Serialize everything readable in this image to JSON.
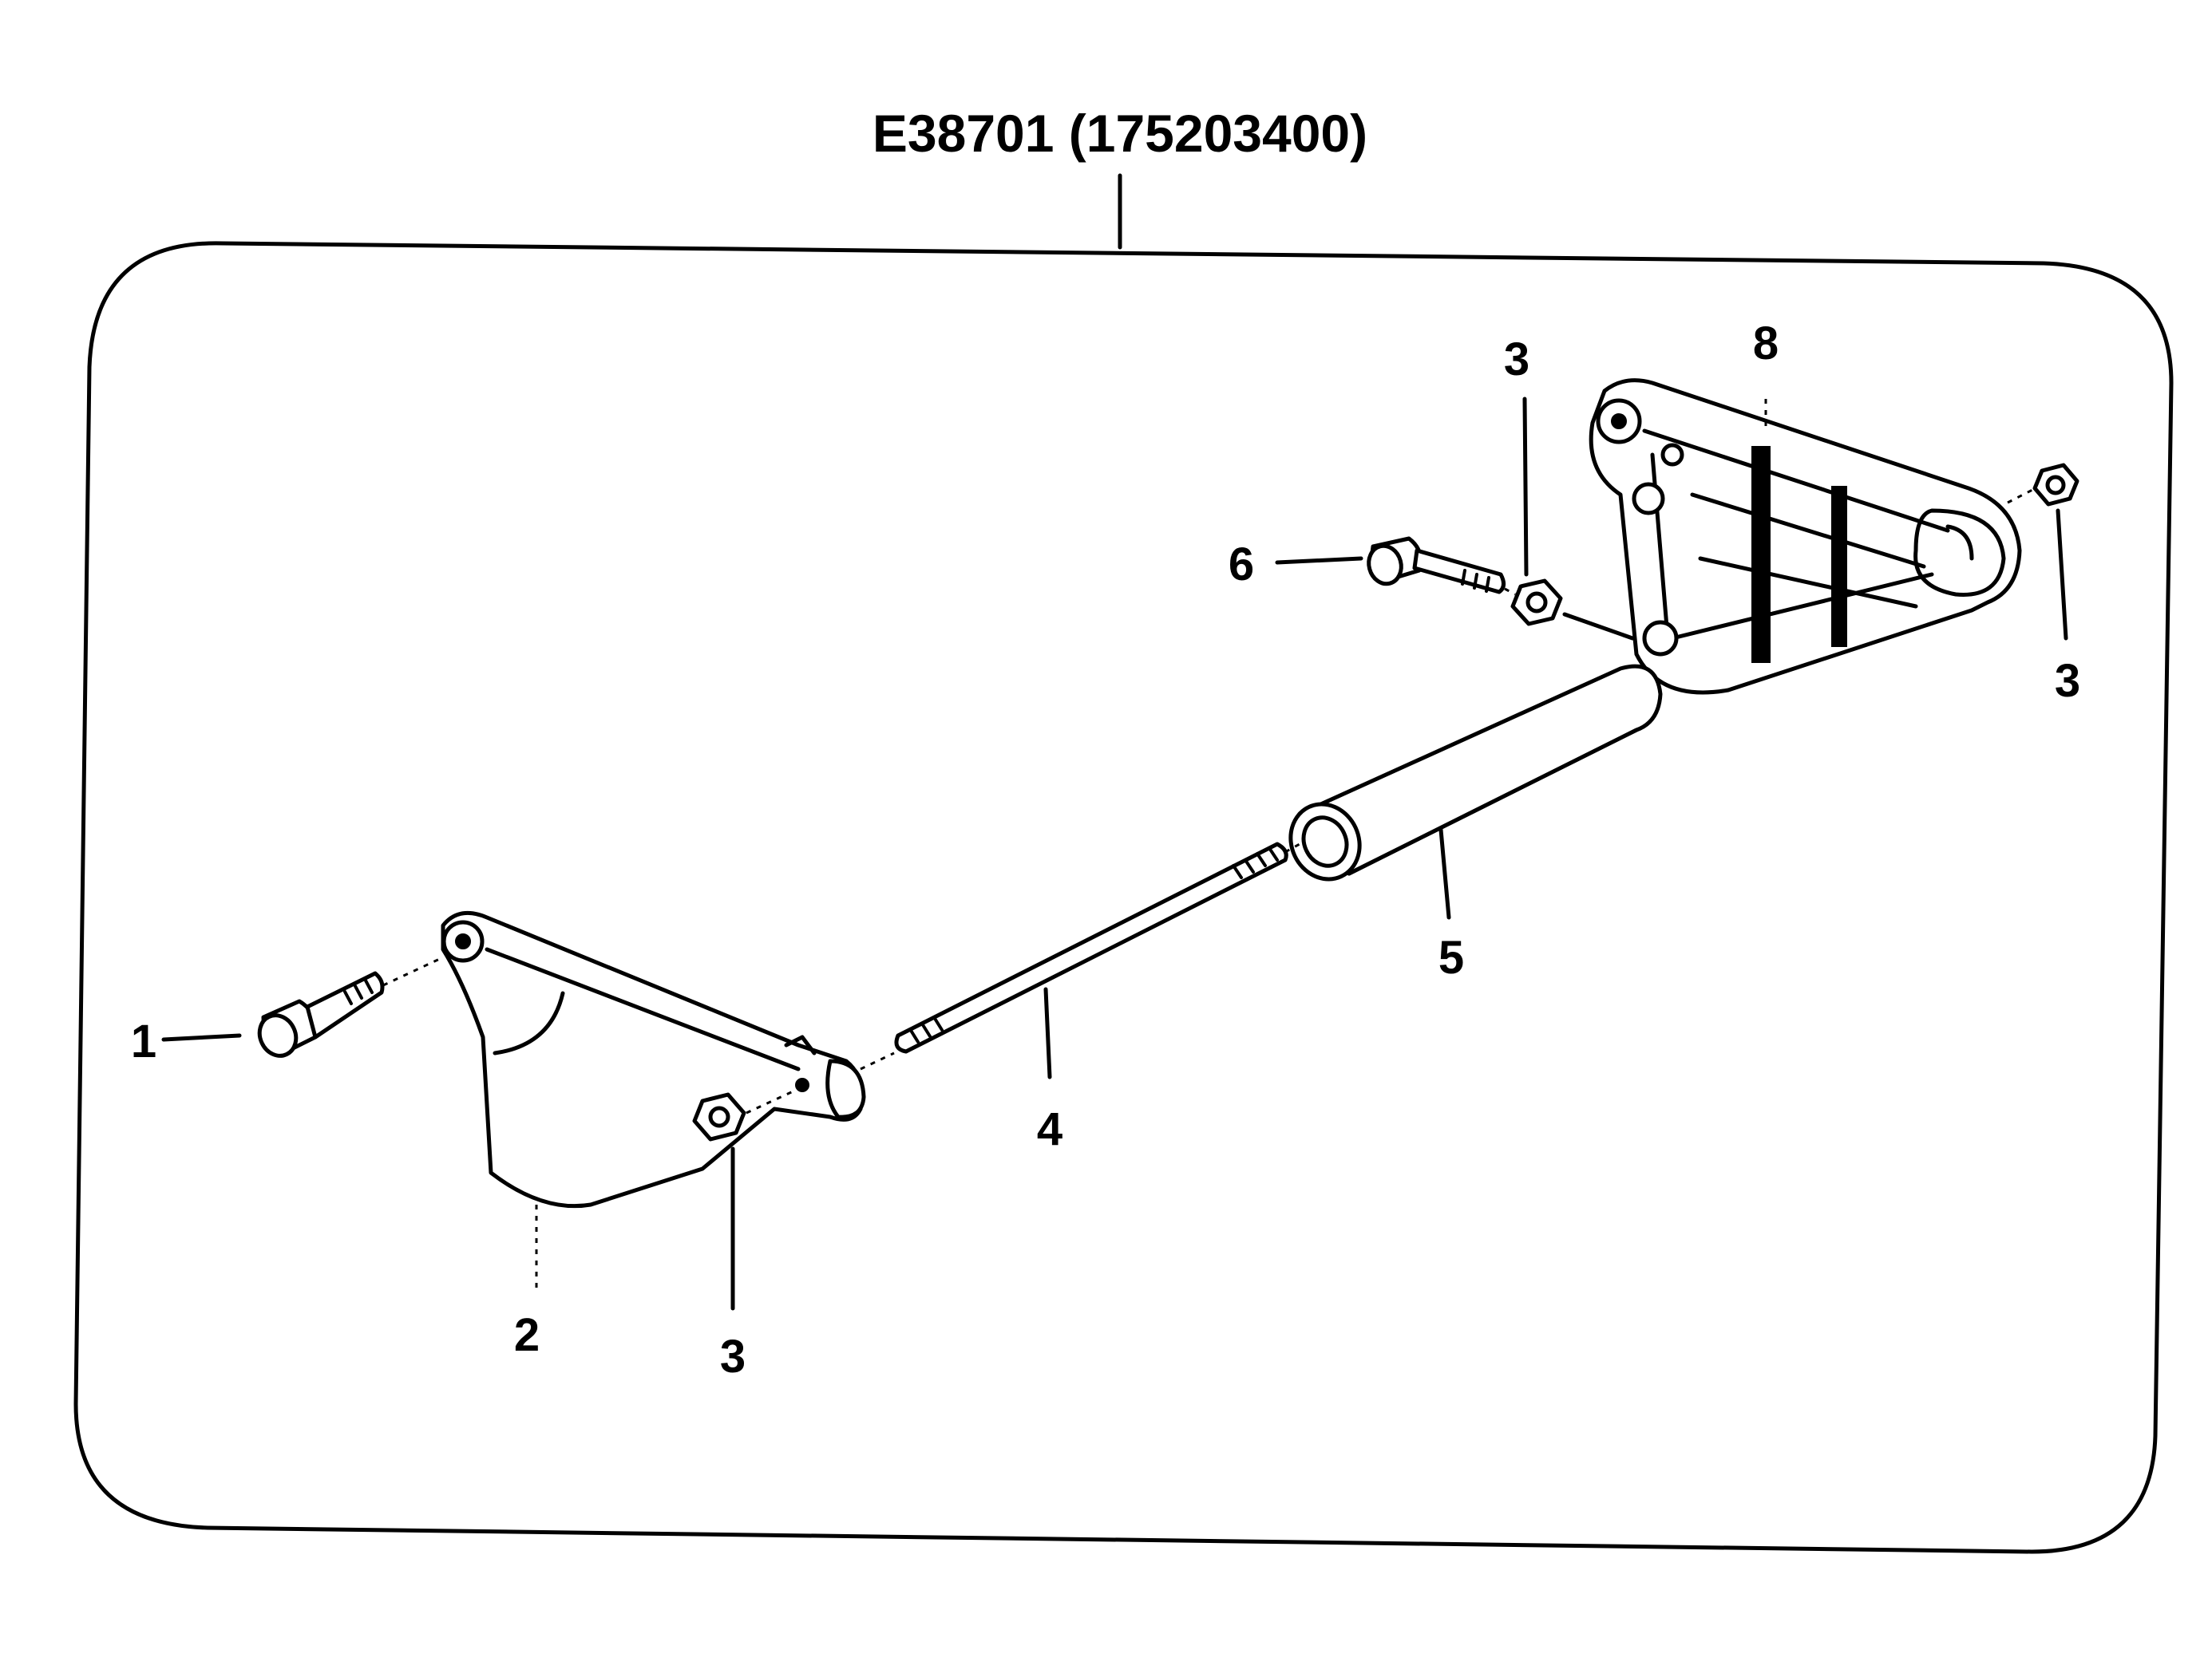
{
  "title": "E38701  (175203400)",
  "callouts": {
    "p1": "1",
    "p2": "2",
    "p3_left": "3",
    "p3_top": "3",
    "p3_right": "3",
    "p4": "4",
    "p5": "5",
    "p6": "6",
    "p8": "8"
  },
  "colors": {
    "ink": "#000000",
    "paper": "#ffffff"
  }
}
